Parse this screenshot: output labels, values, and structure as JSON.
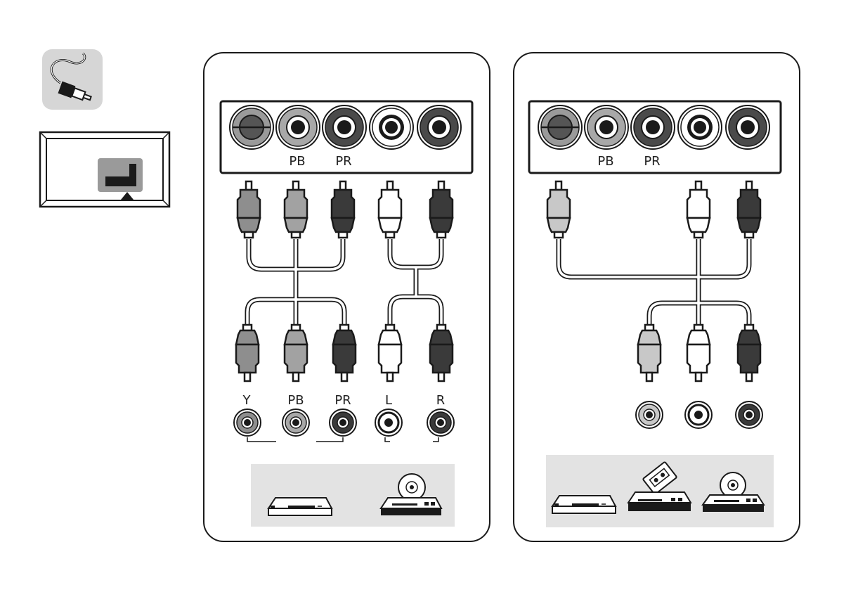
{
  "colors": {
    "black": "#1a1a1a",
    "dark": "#444444",
    "mid": "#9a9a9a",
    "light": "#c8c8c8",
    "white": "#ffffff",
    "panel_bg": "#e3e3e3",
    "icon_bg": "#d6d6d6"
  },
  "left_panel": {
    "top_labels": {
      "pb": "PB",
      "pr": "PR"
    },
    "bottom_labels": {
      "y": "Y",
      "pb": "PB",
      "pr": "PR",
      "l": "L",
      "r": "R"
    },
    "devices": [
      "dvd-recorder-icon",
      "dvd-player-icon"
    ]
  },
  "right_panel": {
    "top_labels": {
      "pb": "PB",
      "pr": "PR"
    },
    "devices": [
      "dvd-recorder-icon",
      "vcr-icon",
      "dvd-player-icon"
    ]
  },
  "sidebar": {
    "icons": [
      "cable-connector-icon",
      "tv-back-panel-icon"
    ]
  }
}
